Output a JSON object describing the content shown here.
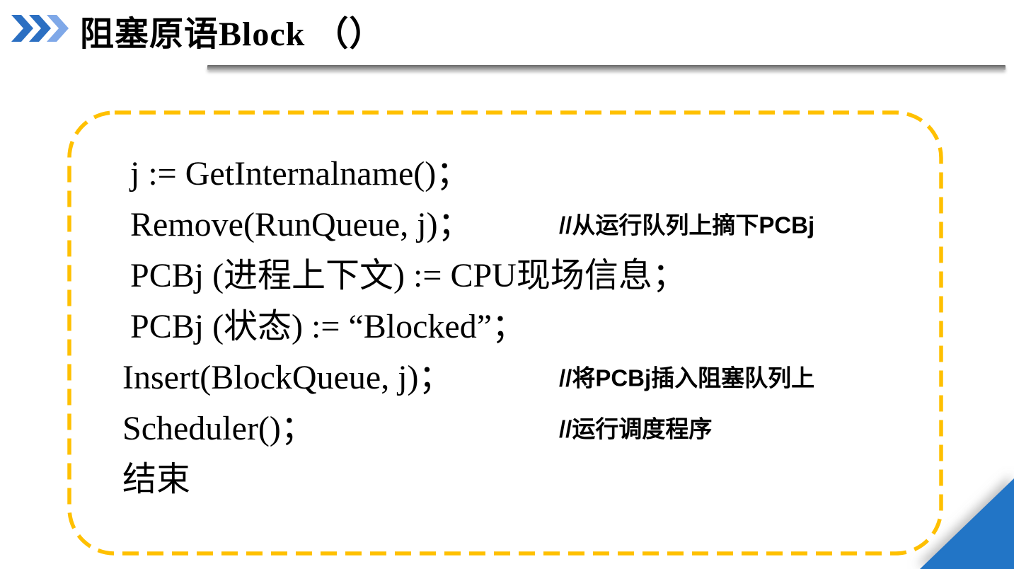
{
  "slide": {
    "title": "阻塞原语Block （）",
    "code_block": {
      "lines": [
        {
          "code": "j := GetInternalname()；",
          "comment": ""
        },
        {
          "code": "Remove(RunQueue, j)；",
          "comment": "//从运行队列上摘下PCBj"
        },
        {
          "code": "PCBj (进程上下文) := CPU现场信息；",
          "comment": ""
        },
        {
          "code": "PCBj (状态) := “Blocked”；",
          "comment": ""
        },
        {
          "code": "Insert(BlockQueue, j)；",
          "comment": "//将PCBj插入阻塞队列上"
        },
        {
          "code": "Scheduler()；",
          "comment": "//运行调度程序"
        },
        {
          "code": "结束",
          "comment": ""
        }
      ]
    },
    "colors": {
      "dash_border": "#FFC000",
      "chevron_dark": "#2B6FC2",
      "chevron_light": "#7FA8E8",
      "corner_triangle": "#2075C6",
      "rule_gray": "#8C8C8C"
    }
  }
}
